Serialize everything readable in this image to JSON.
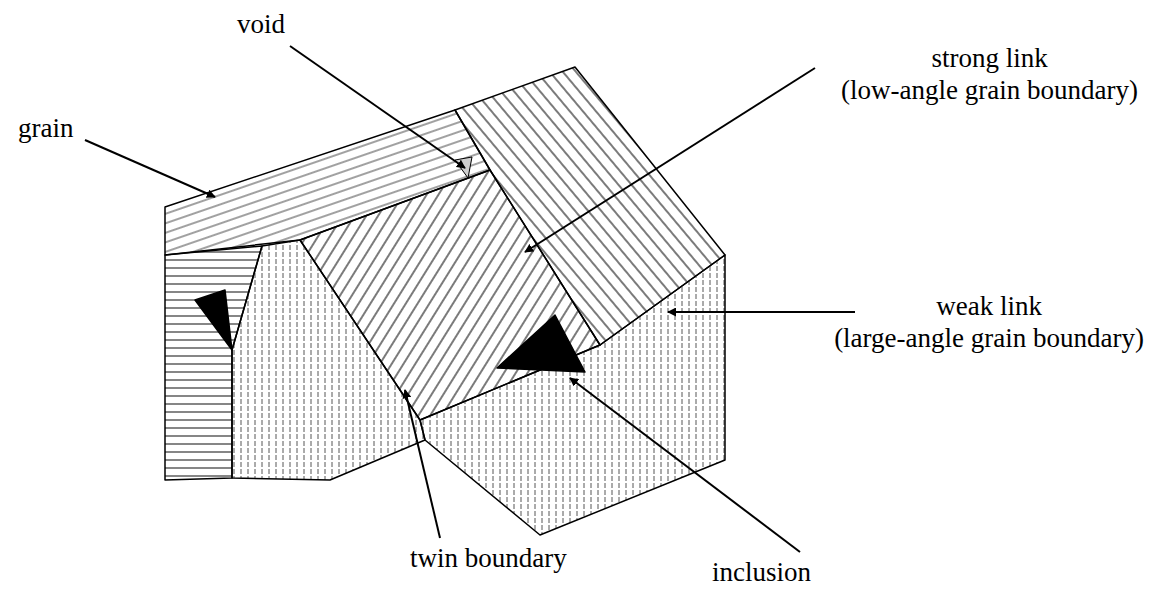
{
  "diagram": {
    "labels": [
      "void",
      "grain",
      "strong link",
      "(low-angle grain boundary)",
      "weak link",
      "(large-angle grain boundary)",
      "twin boundary",
      "inclusion"
    ]
  }
}
